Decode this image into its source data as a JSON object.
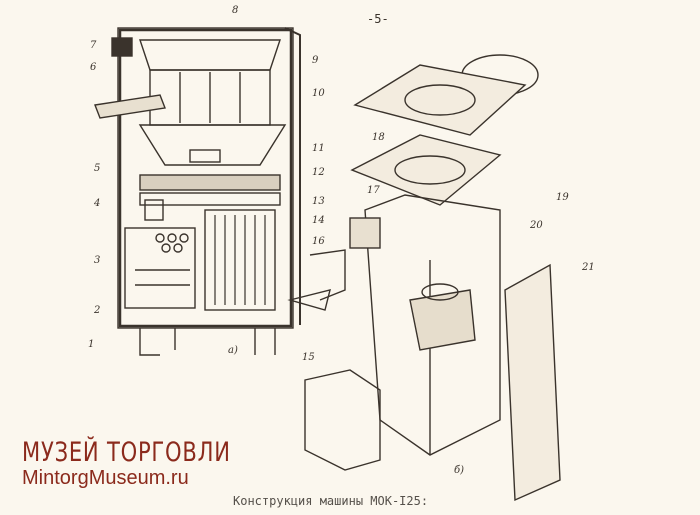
{
  "page_number": "-5-",
  "caption": "Конструкция машины МОК-I25:",
  "watermark": {
    "line1": "МУЗЕЙ ТОРГОВЛИ",
    "line2": "MintorgMuseum.ru"
  },
  "figure_a": {
    "label": "а)",
    "callouts": [
      "1",
      "2",
      "3",
      "4",
      "5",
      "6",
      "7",
      "8",
      "9",
      "10",
      "11",
      "12",
      "13",
      "14",
      "16"
    ]
  },
  "figure_b": {
    "label": "б)",
    "callouts": [
      "15",
      "17",
      "18",
      "19",
      "20",
      "21"
    ]
  }
}
